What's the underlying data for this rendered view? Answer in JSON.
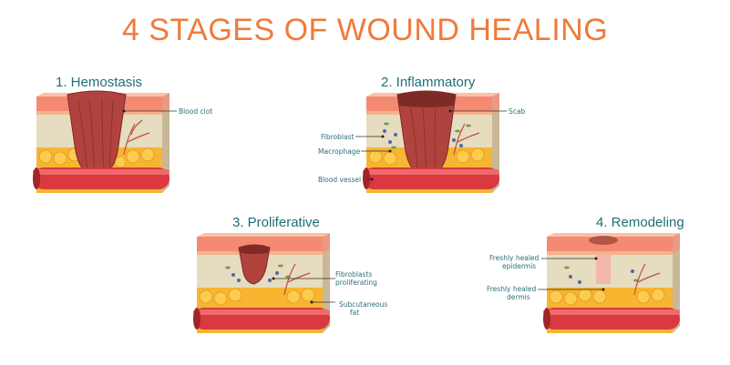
{
  "title": "4 STAGES OF WOUND HEALING",
  "stages": [
    {
      "title": "1. Hemostasis",
      "labels": {
        "blood_clot": "Blood clot"
      }
    },
    {
      "title": "2. Inflammatory",
      "labels": {
        "scab": "Scab",
        "fibroblast": "Fibroblast",
        "macrophage": "Macrophage",
        "blood_vessel": "Blood vessel"
      }
    },
    {
      "title": "3. Proliferative",
      "labels": {
        "fibroblasts_proliferating_1": "Fibroblasts",
        "fibroblasts_proliferating_2": "proliferating",
        "subcutaneous_fat_1": "Subcutaneous",
        "subcutaneous_fat_2": "fat"
      }
    },
    {
      "title": "4. Remodeling",
      "labels": {
        "epidermis_1": "Freshly healed",
        "epidermis_2": "epidermis",
        "dermis_1": "Freshly healed",
        "dermis_2": "dermis"
      }
    }
  ],
  "colors": {
    "title": "#ef7b3a",
    "stage_title": "#1f6f78",
    "skin_top": "#f6a58d",
    "epidermis": "#f58a72",
    "dermis": "#e6dcc0",
    "fat": "#f7b531",
    "vessel": "#d9393f",
    "wound": "#b1433f",
    "side": "#c9b896"
  }
}
